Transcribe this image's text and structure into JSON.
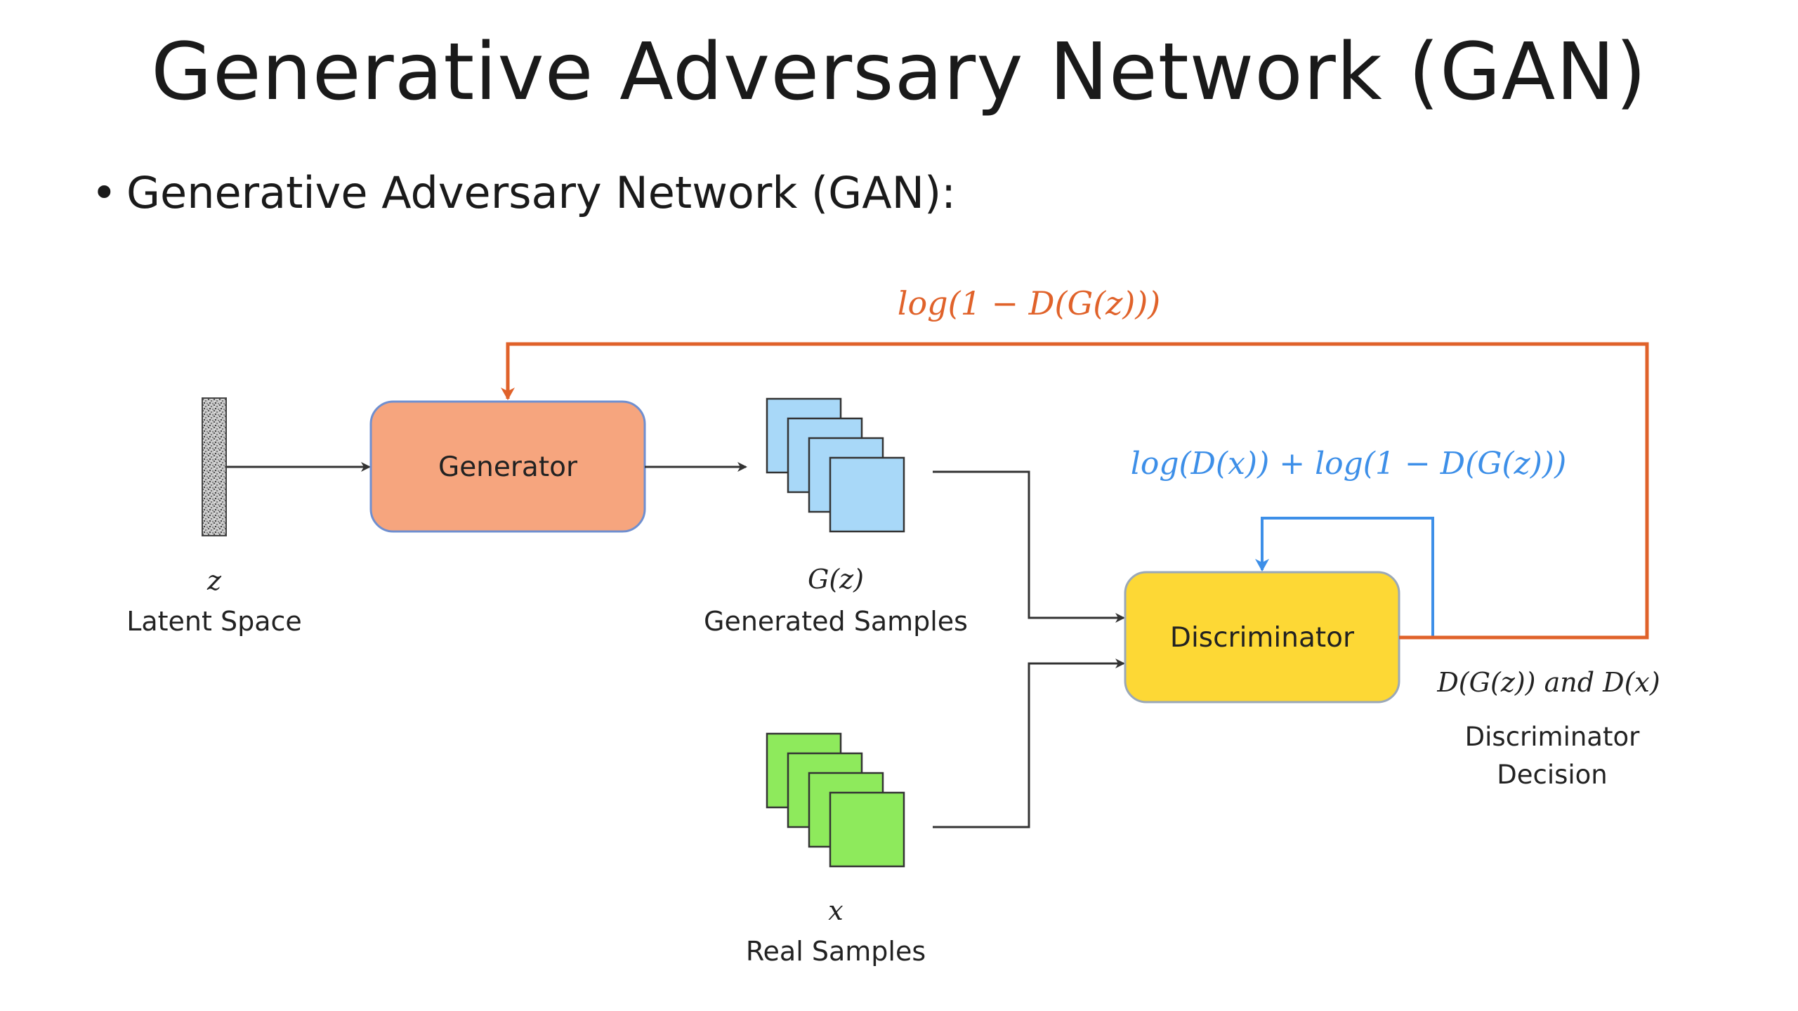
{
  "slide": {
    "title": "Generative Adversary Network (GAN)",
    "bullet": "Generative Adversary Network (GAN):"
  },
  "diagram": {
    "generator_label": "Generator",
    "discriminator_label": "Discriminator",
    "latent_symbol": "z",
    "latent_label": "Latent Space",
    "generated_symbol": "G(z)",
    "generated_label": "Generated Samples",
    "real_symbol": "x",
    "real_label": "Real Samples",
    "generator_loss": "log(1 − D(G(z)))",
    "discriminator_loss": "log(D(x)) + log(1 − D(G(z)))",
    "decision_formula": "D(G(z)) and D(x)",
    "decision_label_line1": "Discriminator",
    "decision_label_line2": "Decision"
  },
  "colors": {
    "generator_fill": "#F6A57E",
    "generator_stroke": "#6F8FD0",
    "discriminator_fill": "#FDD835",
    "discriminator_stroke": "#9AA8B8",
    "generated_samples": "#A8D8F8",
    "real_samples": "#8EEA5C",
    "generator_feedback": "#E0622A",
    "discriminator_feedback": "#3D8FE8",
    "arrow": "#333333"
  }
}
